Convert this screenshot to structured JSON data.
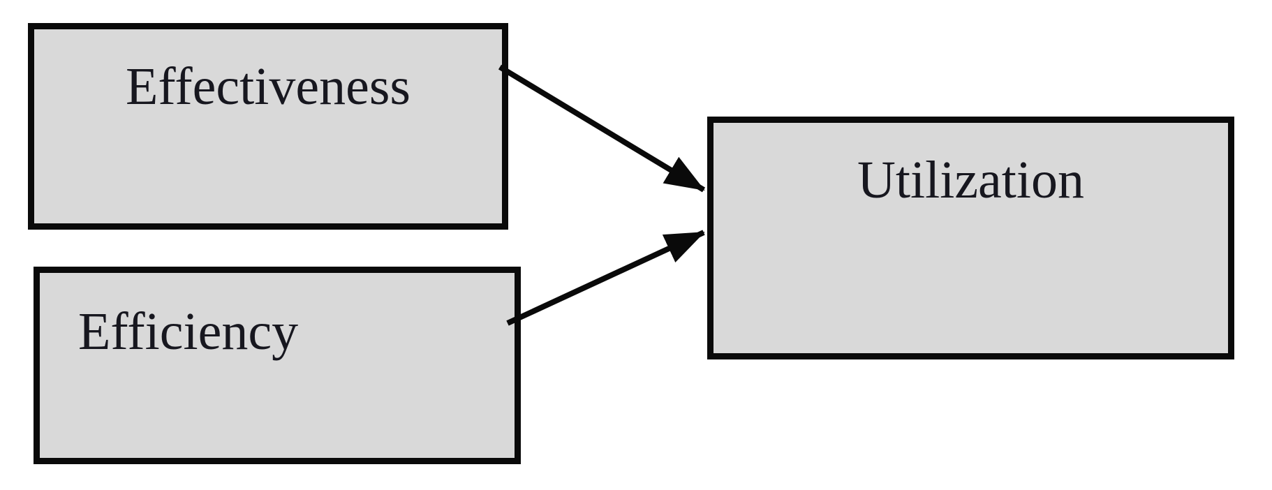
{
  "diagram": {
    "type": "concept-flow-diagram",
    "background_color": "#ffffff",
    "node_fill_color": "#d9d9d9",
    "node_border_color": "#0a0a0a",
    "arrow_color": "#0a0a0a",
    "text_color": "#17171f",
    "nodes": [
      {
        "id": "effectiveness",
        "label": "Effectiveness"
      },
      {
        "id": "efficiency",
        "label": "Efficiency"
      },
      {
        "id": "utilization",
        "label": "Utilization"
      }
    ],
    "edges": [
      {
        "from": "Effectiveness",
        "to": "Utilization",
        "style": "solid-arrow"
      },
      {
        "from": "Efficiency",
        "to": "Utilization",
        "style": "solid-arrow"
      }
    ]
  }
}
